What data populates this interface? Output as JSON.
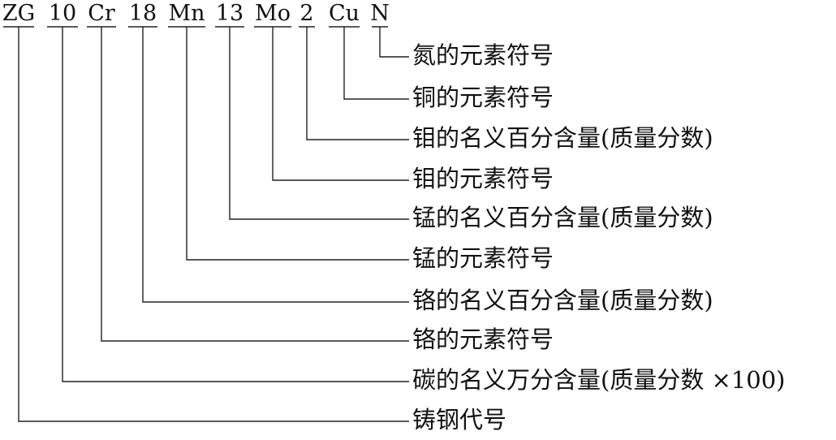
{
  "diagram": {
    "segments": [
      {
        "code": "ZG",
        "description": "铸钢代号"
      },
      {
        "code": "10",
        "description": "碳的名义万分含量(质量分数 ×100)"
      },
      {
        "code": "Cr",
        "description": "铬的元素符号"
      },
      {
        "code": "18",
        "description": "铬的名义百分含量(质量分数)"
      },
      {
        "code": "Mn",
        "description": "锰的元素符号"
      },
      {
        "code": "13",
        "description": "锰的名义百分含量(质量分数)"
      },
      {
        "code": "Mo",
        "description": "钼的元素符号"
      },
      {
        "code": "2",
        "description": "钼的名义百分含量(质量分数)"
      },
      {
        "code": "Cu",
        "description": "铜的元素符号"
      },
      {
        "code": "N",
        "description": "氮的元素符号"
      }
    ]
  }
}
